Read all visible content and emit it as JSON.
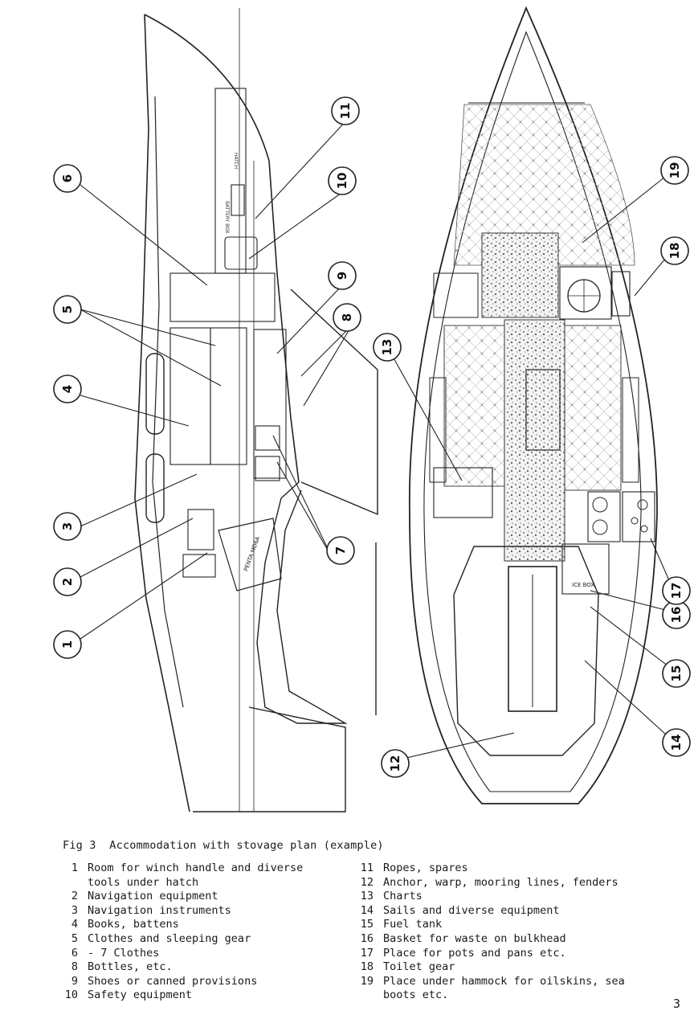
{
  "figure": {
    "caption": "Fig 3  Accommodation with stovage plan (example)",
    "page_number": "3",
    "side_view_labels": {
      "hatch_label": "HATCH",
      "battery_box_label": "BATTERY BOX",
      "engine_label": "PENTA MD6A"
    },
    "plan_view_labels": {
      "icebox_label": "ICE BOX"
    },
    "callouts": [
      "1",
      "2",
      "3",
      "4",
      "5",
      "6",
      "7",
      "8",
      "9",
      "10",
      "11",
      "12",
      "13",
      "14",
      "15",
      "16",
      "17",
      "18",
      "19"
    ]
  },
  "legend": {
    "left": [
      {
        "num": "1",
        "text": "Room for winch handle and diverse"
      },
      {
        "num": "",
        "text": "tools under hatch"
      },
      {
        "num": "2",
        "text": "Navigation equipment"
      },
      {
        "num": "3",
        "text": "Navigation instruments"
      },
      {
        "num": "4",
        "text": "Books, battens"
      },
      {
        "num": "5",
        "text": "Clothes and sleeping gear"
      },
      {
        "num": "6",
        "text": "- 7 Clothes"
      },
      {
        "num": "8",
        "text": "Bottles, etc."
      },
      {
        "num": "9",
        "text": "Shoes or canned provisions"
      },
      {
        "num": "10",
        "text": "Safety equipment"
      }
    ],
    "right": [
      {
        "num": "11",
        "text": "Ropes, spares"
      },
      {
        "num": "12",
        "text": "Anchor, warp, mooring lines, fenders"
      },
      {
        "num": "13",
        "text": "Charts"
      },
      {
        "num": "14",
        "text": "Sails and diverse equipment"
      },
      {
        "num": "15",
        "text": "Fuel tank"
      },
      {
        "num": "16",
        "text": "Basket for waste on bulkhead"
      },
      {
        "num": "17",
        "text": "Place for pots and pans etc."
      },
      {
        "num": "18",
        "text": "Toilet gear"
      },
      {
        "num": "19",
        "text": "Place under hammock for oilskins, sea"
      },
      {
        "num": "",
        "text": "boots etc."
      }
    ]
  }
}
